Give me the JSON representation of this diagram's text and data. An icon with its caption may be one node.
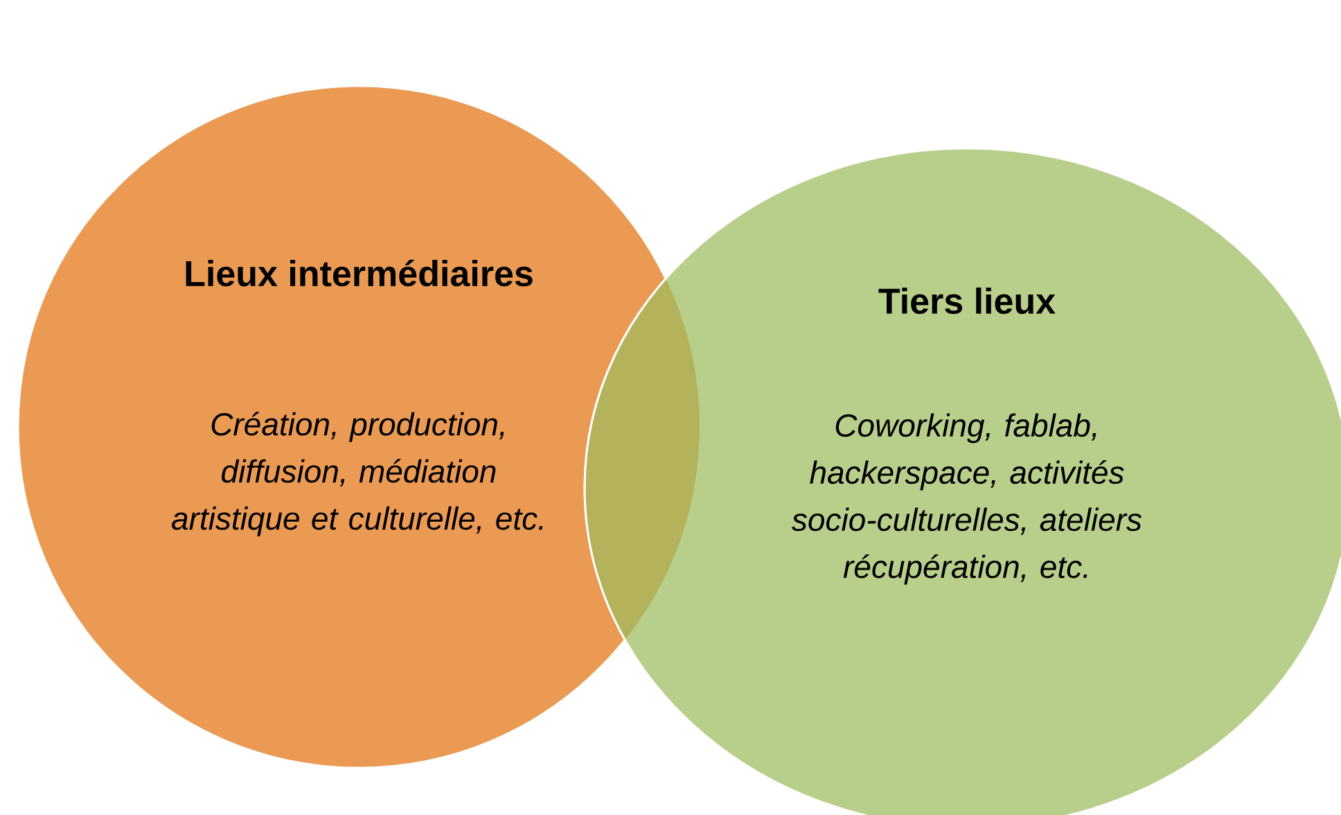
{
  "diagram": {
    "nodes": [
      {
        "text": [
          "Lieux intermédiaires",
          "*Création, production, diffusion, médiation artistique et culturelle, etc.*"
        ]
      },
      {
        "text": [
          "Tiers lieux",
          "*Coworking, fablab, hackerspace, activités socio-culturelles, ateliers récupération, etc.*"
        ]
      }
    ]
  }
}
